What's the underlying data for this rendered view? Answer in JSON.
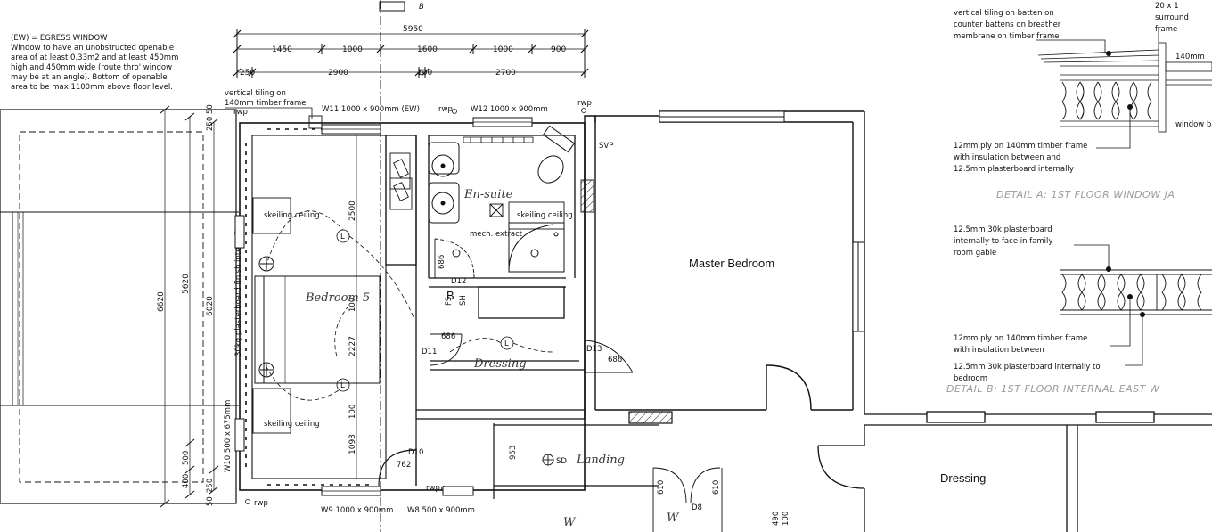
{
  "notes": {
    "egress": [
      "(EW) = EGRESS WINDOW",
      "Window to have an unobstructed openable",
      "area of at least 0.33m2 and at least 450mm",
      "high and 450mm wide (route thro' window",
      "may be at an angle). Bottom of openable",
      "area to be max 1100mm above floor level."
    ],
    "vertical_tiling": [
      "vertical tiling on",
      "140mm timber frame"
    ],
    "plasterboard_vertical": "30kg plasterboard finish internally"
  },
  "dimensions": {
    "overall": "5950",
    "row1": [
      "1450",
      "1000",
      "1600",
      "1000",
      "900"
    ],
    "row2": [
      "250",
      "2900",
      "100",
      "2700"
    ],
    "left_vertical": [
      "6620",
      "5620",
      "6020"
    ],
    "left_small": [
      "250",
      "50",
      "500",
      "400",
      "250",
      "50"
    ],
    "bedroom_vertical": [
      "2500",
      "100",
      "2227",
      "100",
      "1093"
    ],
    "misc": [
      "686",
      "686",
      "686",
      "762",
      "963",
      "610",
      "610",
      "490",
      "100"
    ]
  },
  "windows": {
    "w11": "W11 1000 x 900mm (EW)",
    "w12": "W12 1000 x 900mm",
    "w9": "W9 1000 x 900mm",
    "w8": "W8 500 x 900mm",
    "w10": "W10 500 x 675mm"
  },
  "tags": {
    "rwp": "rwp",
    "svp": "SVP",
    "d12": "D12",
    "d11": "D11",
    "d13": "D13",
    "d10": "D10",
    "d8": "D8",
    "fs": "FS",
    "sh": "SH",
    "sd": "SD",
    "l": "L",
    "b": "B",
    "w": "W",
    "mech": "mech. extract"
  },
  "rooms": {
    "bedroom": "Bedroom 5",
    "ensuite": "En-suite",
    "dressing": "Dressing",
    "landing": "Landing",
    "master": "Master Bedroom",
    "dressing2": "Dressing",
    "skeiling": "skeiling ceiling"
  },
  "detail_a": {
    "note1": [
      "vertical tiling on batten on",
      "counter battens on breather",
      "membrane on timber frame"
    ],
    "note2": [
      "20 x 1",
      "surround",
      "frame"
    ],
    "note3": "140mm",
    "note4": "window b",
    "note5": [
      "12mm ply on 140mm timber frame",
      "with insulation between and",
      "12.5mm plasterboard internally"
    ],
    "title": "DETAIL A: 1ST FLOOR WINDOW JA"
  },
  "detail_b": {
    "note1": [
      "12.5mm 30k plasterboard",
      "internally to face in family",
      "room gable"
    ],
    "note2": [
      "12mm ply on 140mm timber frame",
      "with insulation between"
    ],
    "note3": [
      "12.5mm 30k plasterboard internally to",
      "bedroom"
    ],
    "title": "DETAIL B: 1ST FLOOR INTERNAL EAST W"
  }
}
